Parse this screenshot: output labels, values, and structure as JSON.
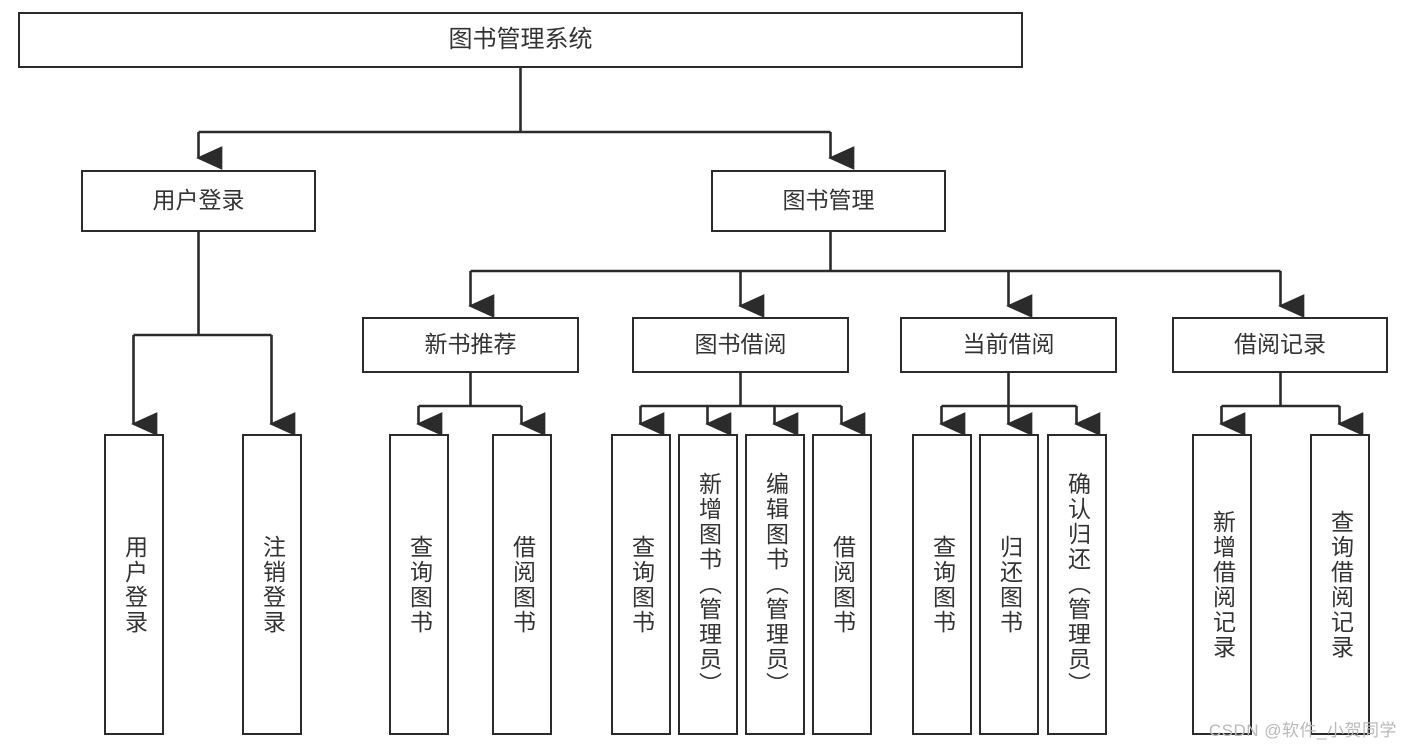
{
  "diagram": {
    "title": "图书管理系统",
    "type": "tree-hierarchy-chart",
    "watermark": "CSDN @软件_小贺同学",
    "colors": {
      "background": "#ffffff",
      "box_border": "#2b2b2b",
      "box_fill": "#ffffff",
      "text": "#333333",
      "connector": "#2b2b2b",
      "watermark": "#b9b9b9"
    },
    "nodes": {
      "root": {
        "label": "图书管理系统"
      },
      "level2": [
        {
          "id": "user-login",
          "label": "用户登录"
        },
        {
          "id": "book-management",
          "label": "图书管理"
        }
      ],
      "level3": [
        {
          "id": "new-book-recommend",
          "label": "新书推荐"
        },
        {
          "id": "book-borrow",
          "label": "图书借阅"
        },
        {
          "id": "current-borrow",
          "label": "当前借阅"
        },
        {
          "id": "borrow-record",
          "label": "借阅记录"
        }
      ],
      "leaves": {
        "user_login": [
          {
            "id": "leaf-user-login",
            "label": "用户登录"
          },
          {
            "id": "leaf-logout-login",
            "label": "注销登录"
          }
        ],
        "new_book_recommend": [
          {
            "id": "leaf-query-book-1",
            "label": "查询图书"
          },
          {
            "id": "leaf-borrow-book-1",
            "label": "借阅图书"
          }
        ],
        "book_borrow": [
          {
            "id": "leaf-query-book-2",
            "label": "查询图书"
          },
          {
            "id": "leaf-add-book",
            "label": "新增图书（管理员）"
          },
          {
            "id": "leaf-edit-book",
            "label": "编辑图书（管理员）"
          },
          {
            "id": "leaf-borrow-book-2",
            "label": "借阅图书"
          }
        ],
        "current_borrow": [
          {
            "id": "leaf-query-book-3",
            "label": "查询图书"
          },
          {
            "id": "leaf-return-book",
            "label": "归还图书"
          },
          {
            "id": "leaf-confirm-return",
            "label": "确认归还（管理员）"
          }
        ],
        "borrow_record": [
          {
            "id": "leaf-add-record",
            "label": "新增借阅记录"
          },
          {
            "id": "leaf-query-record",
            "label": "查询借阅记录"
          }
        ]
      }
    }
  }
}
